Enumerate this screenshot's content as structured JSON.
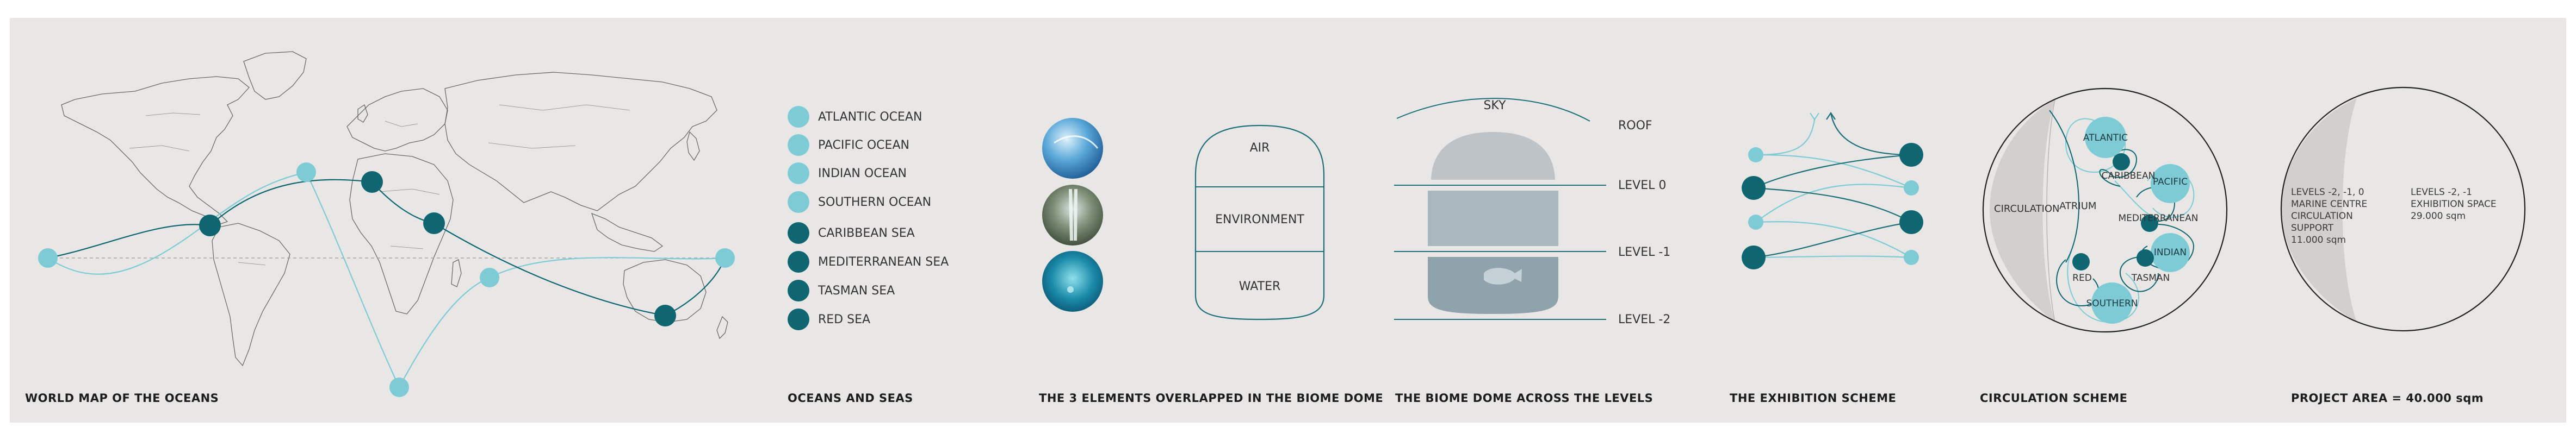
{
  "colors": {
    "light": "#7ecbd6",
    "dark": "#0f6671",
    "line": "#1f6f79",
    "background": "#e8e7e5"
  },
  "panels": {
    "world_map": {
      "title": "WORLD MAP OF THE OCEANS"
    },
    "oceans": {
      "title": "OCEANS AND SEAS",
      "items": [
        {
          "label": "ATLANTIC OCEAN",
          "kind": "light"
        },
        {
          "label": "PACIFIC OCEAN",
          "kind": "light"
        },
        {
          "label": "INDIAN OCEAN",
          "kind": "light"
        },
        {
          "label": "SOUTHERN OCEAN",
          "kind": "light"
        },
        {
          "label": "CARIBBEAN SEA",
          "kind": "dark"
        },
        {
          "label": "MEDITERRANEAN SEA",
          "kind": "dark"
        },
        {
          "label": "TASMAN SEA",
          "kind": "dark"
        },
        {
          "label": "RED SEA",
          "kind": "dark"
        }
      ]
    },
    "elements": {
      "title": "THE 3 ELEMENTS OVERLAPPED IN THE BIOME DOME",
      "air": "AIR",
      "environment": "ENVIRONMENT",
      "water": "WATER"
    },
    "levels": {
      "title": "THE BIOME DOME ACROSS THE LEVELS",
      "sky": "SKY",
      "roof": "ROOF",
      "level0": "LEVEL 0",
      "level1": "LEVEL -1",
      "level2": "LEVEL -2"
    },
    "exhibition": {
      "title": "THE EXHIBITION SCHEME"
    },
    "circulation": {
      "title": "CIRCULATION SCHEME",
      "labels": {
        "circulation": "CIRCULATION",
        "atrium": "ATRIUM",
        "atlantic": "ATLANTIC",
        "caribbean": "CARIBBEAN",
        "pacific": "PACIFIC",
        "mediterranean": "MEDITERRANEAN",
        "indian": "INDIAN",
        "red": "RED",
        "tasman": "TASMAN",
        "southern": "SOUTHERN"
      }
    },
    "project": {
      "title": "PROJECT AREA = 40.000 sqm",
      "left_lines": [
        "LEVELS -2, -1, 0",
        "MARINE CENTRE",
        "CIRCULATION",
        "SUPPORT",
        "11.000 sqm"
      ],
      "right_lines": [
        "LEVELS -2, -1",
        "EXHIBITION SPACE",
        "29.000 sqm"
      ]
    }
  }
}
